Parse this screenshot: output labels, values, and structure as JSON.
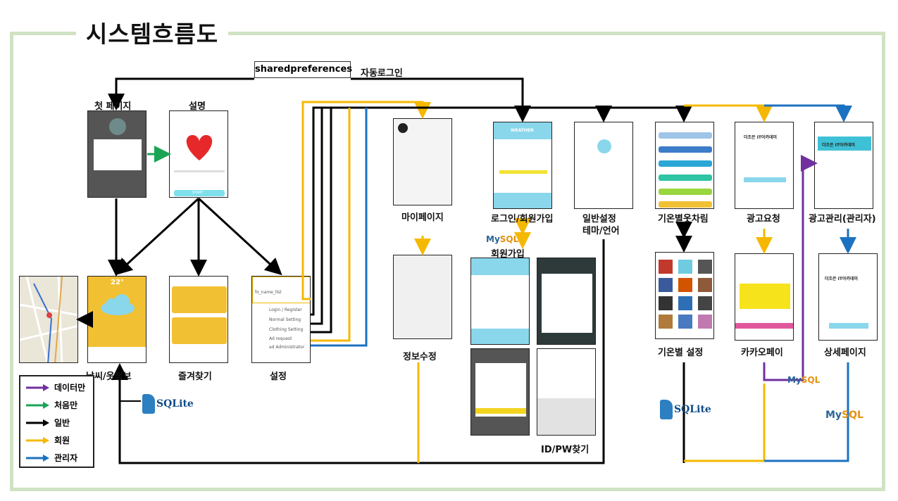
{
  "title": "시스템흐름도",
  "shared_prefs": "sharedpreferences",
  "auto_login": "자동로그인",
  "labels": {
    "first_page": "첫 페이지",
    "description": "설명",
    "weather": "날씨/옷정보",
    "favorites": "즐겨찾기",
    "settings": "설정",
    "mypage": "마이페이지",
    "edit_info": "정보수정",
    "login": "로그인/회원가입",
    "signup": "회원가입",
    "idpw": "ID/PW찾기",
    "general_settings_1": "일반설정",
    "general_settings_2": "테마/언어",
    "temp_clothes": "기온별옷차림",
    "temp_settings": "기온별 설정",
    "ad_request": "광고요청",
    "kakaopay": "카카오페이",
    "ad_manage": "광고관리(관리자)",
    "detail_page": "상세페이지"
  },
  "screens": {
    "desc_start": "START",
    "weather_temp": "22°",
    "settings_user": "fo_name_llst",
    "settings_menu": [
      "Login / Register",
      "Normal Setting",
      "Clothing Setting",
      "Ad request",
      "ad Administrator"
    ],
    "login_app": "WEATHER",
    "academy": "더조은 IT아카데미"
  },
  "logos": {
    "sqlite": "SQLite",
    "mysql_a": "My",
    "mysql_b": "SQL"
  },
  "legend": [
    {
      "label": "데이터만",
      "color": "#7030a0"
    },
    {
      "label": "처음만",
      "color": "#1aa556"
    },
    {
      "label": "일반",
      "color": "#000000"
    },
    {
      "label": "회원",
      "color": "#f5b800"
    },
    {
      "label": "관리자",
      "color": "#1b72c0"
    }
  ]
}
